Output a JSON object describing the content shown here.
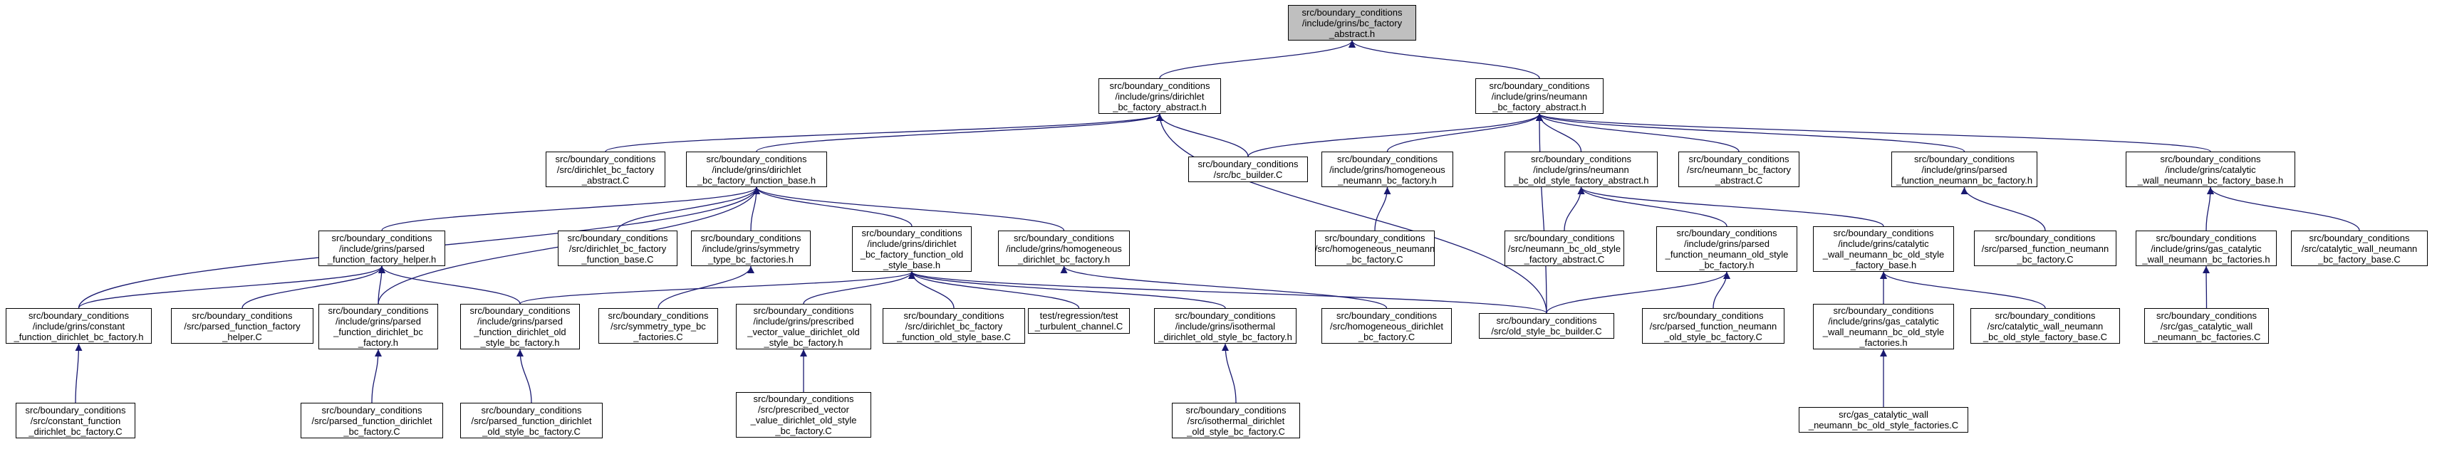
{
  "diagram": {
    "type": "include-dependency-graph",
    "colors": {
      "edge": "#191970",
      "node_border": "#000000",
      "root_fill": "#bfbfbf",
      "node_fill": "#ffffff"
    },
    "nodes": [
      {
        "id": "root",
        "label": "src/boundary_conditions\n/include/grins/bc_factory\n_abstract.h",
        "root": true
      },
      {
        "id": "dirichlet_abs",
        "label": "src/boundary_conditions\n/include/grins/dirichlet\n_bc_factory_abstract.h"
      },
      {
        "id": "neumann_abs",
        "label": "src/boundary_conditions\n/include/grins/neumann\n_bc_factory_abstract.h"
      },
      {
        "id": "dirichlet_abs_C",
        "label": "src/boundary_conditions\n/src/dirichlet_bc_factory\n_abstract.C"
      },
      {
        "id": "dir_func_base",
        "label": "src/boundary_conditions\n/include/grins/dirichlet\n_bc_factory_function_base.h"
      },
      {
        "id": "bc_builder",
        "label": "src/boundary_conditions\n/src/bc_builder.C"
      },
      {
        "id": "homog_neumann",
        "label": "src/boundary_conditions\n/include/grins/homogeneous\n_neumann_bc_factory.h"
      },
      {
        "id": "neumann_old_abs",
        "label": "src/boundary_conditions\n/include/grins/neumann\n_bc_old_style_factory_abstract.h"
      },
      {
        "id": "neumann_abs_C",
        "label": "src/boundary_conditions\n/src/neumann_bc_factory\n_abstract.C"
      },
      {
        "id": "parsed_func_neumann",
        "label": "src/boundary_conditions\n/include/grins/parsed\n_function_neumann_bc_factory.h"
      },
      {
        "id": "catalytic_wall_base",
        "label": "src/boundary_conditions\n/include/grins/catalytic\n_wall_neumann_bc_factory_base.h"
      },
      {
        "id": "parsed_func_helper",
        "label": "src/boundary_conditions\n/include/grins/parsed\n_function_factory_helper.h"
      },
      {
        "id": "dir_func_base_C",
        "label": "src/boundary_conditions\n/src/dirichlet_bc_factory\n_function_base.C"
      },
      {
        "id": "symmetry_type",
        "label": "src/boundary_conditions\n/include/grins/symmetry\n_type_bc_factories.h"
      },
      {
        "id": "dir_func_old_base",
        "label": "src/boundary_conditions\n/include/grins/dirichlet\n_bc_factory_function_old\n_style_base.h"
      },
      {
        "id": "homog_dirichlet",
        "label": "src/boundary_conditions\n/include/grins/homogeneous\n_dirichlet_bc_factory.h"
      },
      {
        "id": "homog_neumann_C",
        "label": "src/boundary_conditions\n/src/homogeneous_neumann\n_bc_factory.C"
      },
      {
        "id": "neumann_old_abs_C",
        "label": "src/boundary_conditions\n/src/neumann_bc_old_style\n_factory_abstract.C"
      },
      {
        "id": "parsed_neumann_old",
        "label": "src/boundary_conditions\n/include/grins/parsed\n_function_neumann_old_style\n_bc_factory.h"
      },
      {
        "id": "catalytic_old_base",
        "label": "src/boundary_conditions\n/include/grins/catalytic\n_wall_neumann_bc_old_style\n_factory_base.h"
      },
      {
        "id": "parsed_func_neumann_C",
        "label": "src/boundary_conditions\n/src/parsed_function_neumann\n_bc_factory.C"
      },
      {
        "id": "gas_catalytic",
        "label": "src/boundary_conditions\n/include/grins/gas_catalytic\n_wall_neumann_bc_factories.h"
      },
      {
        "id": "catalytic_wall_base_C",
        "label": "src/boundary_conditions\n/src/catalytic_wall_neumann\n_bc_factory_base.C"
      },
      {
        "id": "constant_func",
        "label": "src/boundary_conditions\n/include/grins/constant\n_function_dirichlet_bc_factory.h"
      },
      {
        "id": "parsed_helper_C",
        "label": "src/boundary_conditions\n/src/parsed_function_factory\n_helper.C"
      },
      {
        "id": "parsed_func_dir",
        "label": "src/boundary_conditions\n/include/grins/parsed\n_function_dirichlet_bc\n_factory.h"
      },
      {
        "id": "parsed_func_dir_old",
        "label": "src/boundary_conditions\n/include/grins/parsed\n_function_dirichlet_old\n_style_bc_factory.h"
      },
      {
        "id": "symmetry_C",
        "label": "src/boundary_conditions\n/src/symmetry_type_bc\n_factories.C"
      },
      {
        "id": "prescribed_vector",
        "label": "src/boundary_conditions\n/include/grins/prescribed\n_vector_value_dirichlet_old\n_style_bc_factory.h"
      },
      {
        "id": "dir_func_old_base_C",
        "label": "src/boundary_conditions\n/src/dirichlet_bc_factory\n_function_old_style_base.C"
      },
      {
        "id": "test_turbulent",
        "label": "test/regression/test\n_turbulent_channel.C"
      },
      {
        "id": "isothermal",
        "label": "src/boundary_conditions\n/include/grins/isothermal\n_dirichlet_old_style_bc_factory.h"
      },
      {
        "id": "homog_dirichlet_C",
        "label": "src/boundary_conditions\n/src/homogeneous_dirichlet\n_bc_factory.C"
      },
      {
        "id": "old_style_builder",
        "label": "src/boundary_conditions\n/src/old_style_bc_builder.C"
      },
      {
        "id": "parsed_neumann_old_C",
        "label": "src/boundary_conditions\n/src/parsed_function_neumann\n_old_style_bc_factory.C"
      },
      {
        "id": "gas_catalytic_old",
        "label": "src/boundary_conditions\n/include/grins/gas_catalytic\n_wall_neumann_bc_old_style\n_factories.h"
      },
      {
        "id": "catalytic_old_base_C",
        "label": "src/boundary_conditions\n/src/catalytic_wall_neumann\n_bc_old_style_factory_base.C"
      },
      {
        "id": "gas_catalytic_C",
        "label": "src/boundary_conditions\n/src/gas_catalytic_wall\n_neumann_bc_factories.C"
      },
      {
        "id": "constant_func_C",
        "label": "src/boundary_conditions\n/src/constant_function\n_dirichlet_bc_factory.C"
      },
      {
        "id": "parsed_func_dir_C",
        "label": "src/boundary_conditions\n/src/parsed_function_dirichlet\n_bc_factory.C"
      },
      {
        "id": "parsed_func_dir_old_C",
        "label": "src/boundary_conditions\n/src/parsed_function_dirichlet\n_old_style_bc_factory.C"
      },
      {
        "id": "prescribed_vector_C",
        "label": "src/boundary_conditions\n/src/prescribed_vector\n_value_dirichlet_old_style\n_bc_factory.C"
      },
      {
        "id": "isothermal_C",
        "label": "src/boundary_conditions\n/src/isothermal_dirichlet\n_old_style_bc_factory.C"
      },
      {
        "id": "gas_catalytic_old_C",
        "label": "src/gas_catalytic_wall\n_neumann_bc_old_style_factories.C"
      }
    ],
    "edges": [
      [
        "dirichlet_abs",
        "root"
      ],
      [
        "neumann_abs",
        "root"
      ],
      [
        "dirichlet_abs_C",
        "dirichlet_abs"
      ],
      [
        "dir_func_base",
        "dirichlet_abs"
      ],
      [
        "bc_builder",
        "dirichlet_abs"
      ],
      [
        "old_style_builder",
        "dirichlet_abs"
      ],
      [
        "bc_builder",
        "neumann_abs"
      ],
      [
        "homog_neumann",
        "neumann_abs"
      ],
      [
        "neumann_old_abs",
        "neumann_abs"
      ],
      [
        "neumann_abs_C",
        "neumann_abs"
      ],
      [
        "parsed_func_neumann",
        "neumann_abs"
      ],
      [
        "catalytic_wall_base",
        "neumann_abs"
      ],
      [
        "old_style_builder",
        "neumann_abs"
      ],
      [
        "constant_func",
        "dir_func_base"
      ],
      [
        "parsed_func_helper",
        "dir_func_base"
      ],
      [
        "dir_func_base_C",
        "dir_func_base"
      ],
      [
        "symmetry_type",
        "dir_func_base"
      ],
      [
        "dir_func_old_base",
        "dir_func_base"
      ],
      [
        "homog_dirichlet",
        "dir_func_base"
      ],
      [
        "parsed_func_dir",
        "dir_func_base"
      ],
      [
        "homog_neumann_C",
        "homog_neumann"
      ],
      [
        "neumann_old_abs_C",
        "neumann_old_abs"
      ],
      [
        "parsed_neumann_old",
        "neumann_old_abs"
      ],
      [
        "catalytic_old_base",
        "neumann_old_abs"
      ],
      [
        "parsed_func_neumann_C",
        "parsed_func_neumann"
      ],
      [
        "gas_catalytic",
        "catalytic_wall_base"
      ],
      [
        "catalytic_wall_base_C",
        "catalytic_wall_base"
      ],
      [
        "constant_func",
        "parsed_func_helper"
      ],
      [
        "parsed_helper_C",
        "parsed_func_helper"
      ],
      [
        "parsed_func_dir",
        "parsed_func_helper"
      ],
      [
        "parsed_func_dir_old",
        "parsed_func_helper"
      ],
      [
        "symmetry_C",
        "symmetry_type"
      ],
      [
        "prescribed_vector",
        "dir_func_old_base"
      ],
      [
        "dir_func_old_base_C",
        "dir_func_old_base"
      ],
      [
        "test_turbulent",
        "dir_func_old_base"
      ],
      [
        "isothermal",
        "dir_func_old_base"
      ],
      [
        "old_style_builder",
        "dir_func_old_base"
      ],
      [
        "parsed_func_dir_old",
        "dir_func_old_base"
      ],
      [
        "homog_dirichlet_C",
        "homog_dirichlet"
      ],
      [
        "old_style_builder",
        "parsed_neumann_old"
      ],
      [
        "parsed_neumann_old_C",
        "parsed_neumann_old"
      ],
      [
        "gas_catalytic_old",
        "catalytic_old_base"
      ],
      [
        "catalytic_old_base_C",
        "catalytic_old_base"
      ],
      [
        "gas_catalytic_C",
        "gas_catalytic"
      ],
      [
        "constant_func_C",
        "constant_func"
      ],
      [
        "parsed_func_dir_C",
        "parsed_func_dir"
      ],
      [
        "parsed_func_dir_old_C",
        "parsed_func_dir_old"
      ],
      [
        "prescribed_vector_C",
        "prescribed_vector"
      ],
      [
        "isothermal_C",
        "isothermal"
      ],
      [
        "gas_catalytic_old_C",
        "gas_catalytic_old"
      ]
    ]
  }
}
